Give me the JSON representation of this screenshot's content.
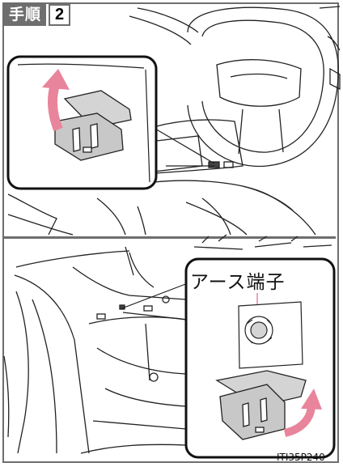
{
  "header": {
    "step_label": "手順",
    "step_number": "2"
  },
  "callout": {
    "ground_terminal_label": "アース端子"
  },
  "figure_code": "ITI35P240",
  "colors": {
    "frame_gray": "#6e6e6e",
    "cover_gray": "#c8c8c8",
    "arrow_pink": "#e8849b"
  },
  "icons": [
    "up-arrow-icon",
    "curved-arrow-icon"
  ]
}
